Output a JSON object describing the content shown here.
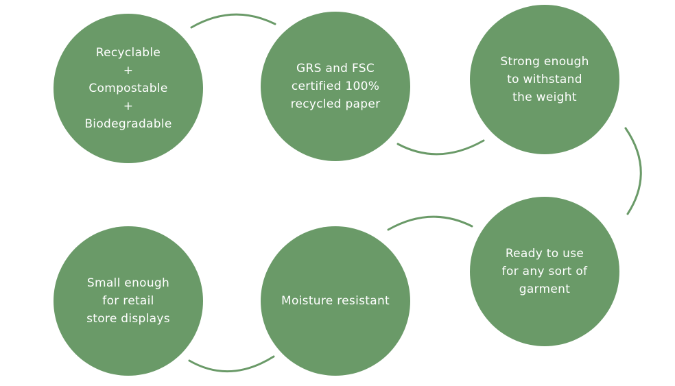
{
  "theme": {
    "circle_color": "#6a9a68",
    "arc_color": "#6a9a68"
  },
  "features": [
    {
      "id": "recyclable",
      "text": "Recyclable\n+\nCompostable\n+\nBiodegradable"
    },
    {
      "id": "certified",
      "text": "GRS and FSC\ncertified 100%\nrecycled paper"
    },
    {
      "id": "strong",
      "text": "Strong enough\nto withstand\nthe weight"
    },
    {
      "id": "ready",
      "text": "Ready to use\nfor any sort of\ngarment"
    },
    {
      "id": "moisture",
      "text": "Moisture resistant"
    },
    {
      "id": "small",
      "text": "Small enough\nfor retail\nstore displays"
    }
  ]
}
